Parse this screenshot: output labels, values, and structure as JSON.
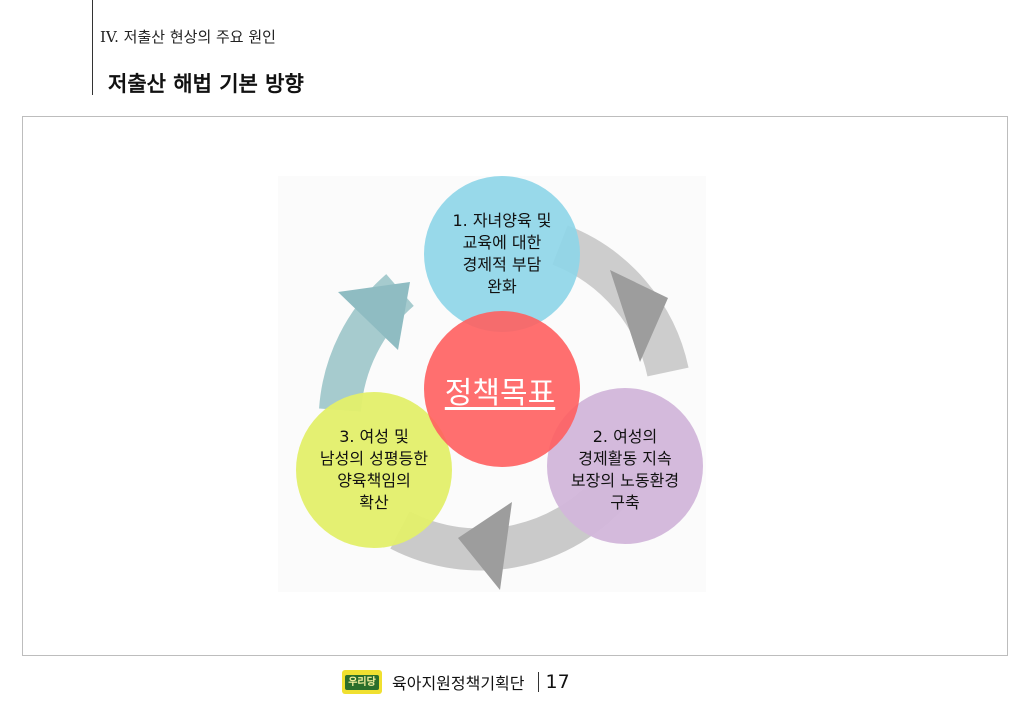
{
  "header": {
    "section": "IV. 저출산 현상의 주요 원인",
    "title": "저출산 해법 기본 방향"
  },
  "diagram": {
    "center": "정책목표",
    "items": [
      {
        "lines": [
          "1. 자녀양육 및",
          "교육에 대한",
          "경제적 부담",
          "완화"
        ],
        "color": "#8fd6e8"
      },
      {
        "lines": [
          "2. 여성의",
          "경제활동 지속",
          "보장의 노동환경",
          "구축"
        ],
        "color": "#d2b6da"
      },
      {
        "lines": [
          "3. 여성 및",
          "남성의 성평등한",
          "양육책임의",
          "확산"
        ],
        "color": "#e3ef6a"
      }
    ],
    "center_color": "#ff5f5f"
  },
  "footer": {
    "logo_text": "우리당",
    "org_name": "육아지원정책기획단",
    "page_number": "17"
  }
}
